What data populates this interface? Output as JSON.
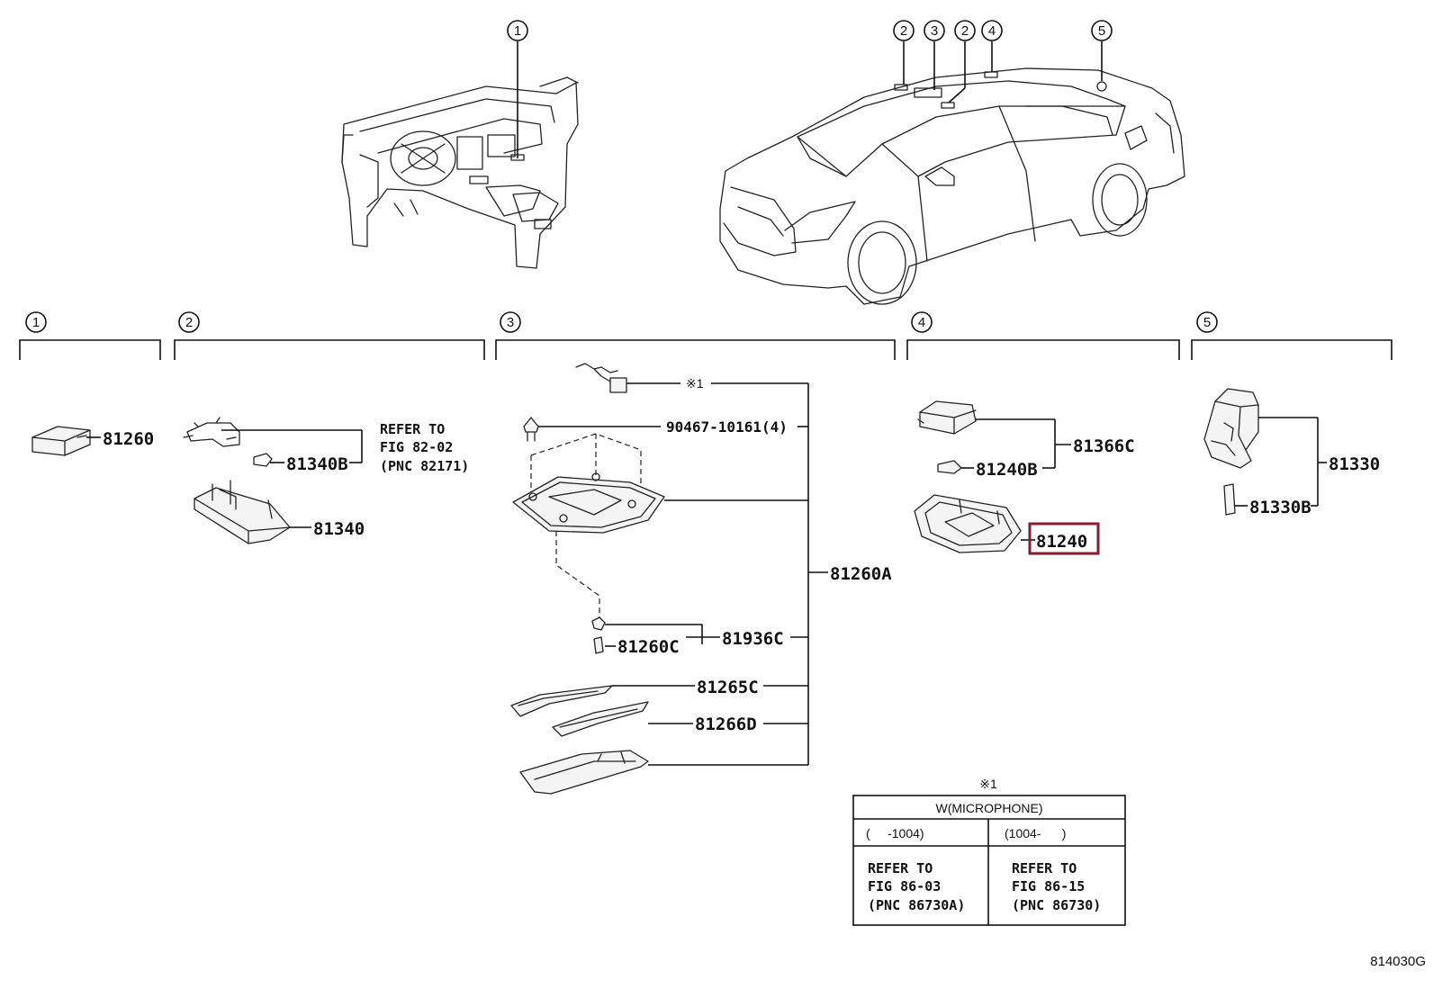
{
  "callouts": {
    "c1": "1",
    "c2": "2",
    "c3": "3",
    "c4": "4",
    "c5": "5"
  },
  "parts": {
    "p81260": "81260",
    "p81340B": "81340B",
    "p81340": "81340",
    "p81260A": "81260A",
    "p90467": "90467-10161(4)",
    "p81936C": "81936C",
    "p81260C": "81260C",
    "p81265C": "81265C",
    "p81266D": "81266D",
    "p81366C": "81366C",
    "p81240B": "81240B",
    "p81240": "81240",
    "p81330": "81330",
    "p81330B": "81330B"
  },
  "refer_fig_82": {
    "line1": "REFER TO",
    "line2": "FIG 82-02",
    "line3": "(PNC 82171)"
  },
  "note_mark": "※1",
  "note_table": {
    "mark": "※1",
    "header": "W(MICROPHONE)",
    "col1_range": "(     -1004)",
    "col2_range": "(1004-      )",
    "col1_ref": [
      "REFER TO",
      "FIG 86-03",
      "(PNC 86730A)"
    ],
    "col2_ref": [
      "REFER TO",
      "FIG 86-15",
      "(PNC 86730)"
    ]
  },
  "highlighted_part": "81240",
  "figure_id": "814030G",
  "colors": {
    "highlight": "#8a1a2e",
    "ink": "#111111"
  }
}
